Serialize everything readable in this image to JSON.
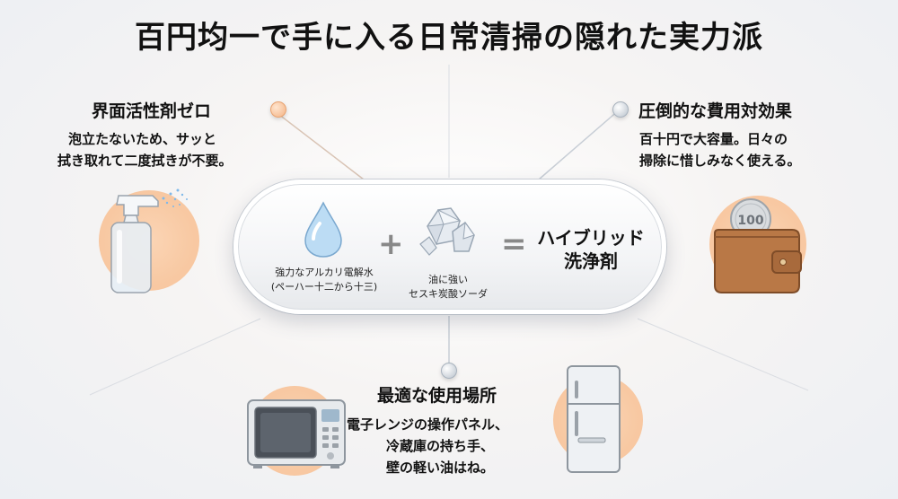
{
  "title": "百円均一で手に入る日常清掃の隠れた実力派",
  "left_block": {
    "heading": "界面活性剤ゼロ",
    "line1": "泡立たないため、サッと",
    "line2": "拭き取れて二度拭きが不要。"
  },
  "right_block": {
    "heading": "圧倒的な費用対効果",
    "line1": "百十円で大容量。日々の",
    "line2": "掃除に惜しみなく使える。"
  },
  "bottom_block": {
    "heading": "最適な使用場所",
    "line1": "電子レンジの操作パネル、",
    "line2": "冷蔵庫の持ち手、",
    "line3": "壁の軽い油はね。"
  },
  "formula": {
    "item1_line1": "強力なアルカリ電解水",
    "item1_line2": "(ペーハー十二から十三)",
    "plus": "+",
    "item2_line1": "油に強い",
    "item2_line2": "セスキ炭酸ソーダ",
    "equals": "=",
    "result_line1": "ハイブリッド",
    "result_line2": "洗浄剤"
  },
  "coin_text": "100",
  "icons": [
    "spray-bottle",
    "water-drop",
    "crystal",
    "wallet-with-coin",
    "microwave",
    "refrigerator"
  ],
  "colors": {
    "accent_orange": "#f6c29b",
    "grey": "#b9c2cc"
  }
}
